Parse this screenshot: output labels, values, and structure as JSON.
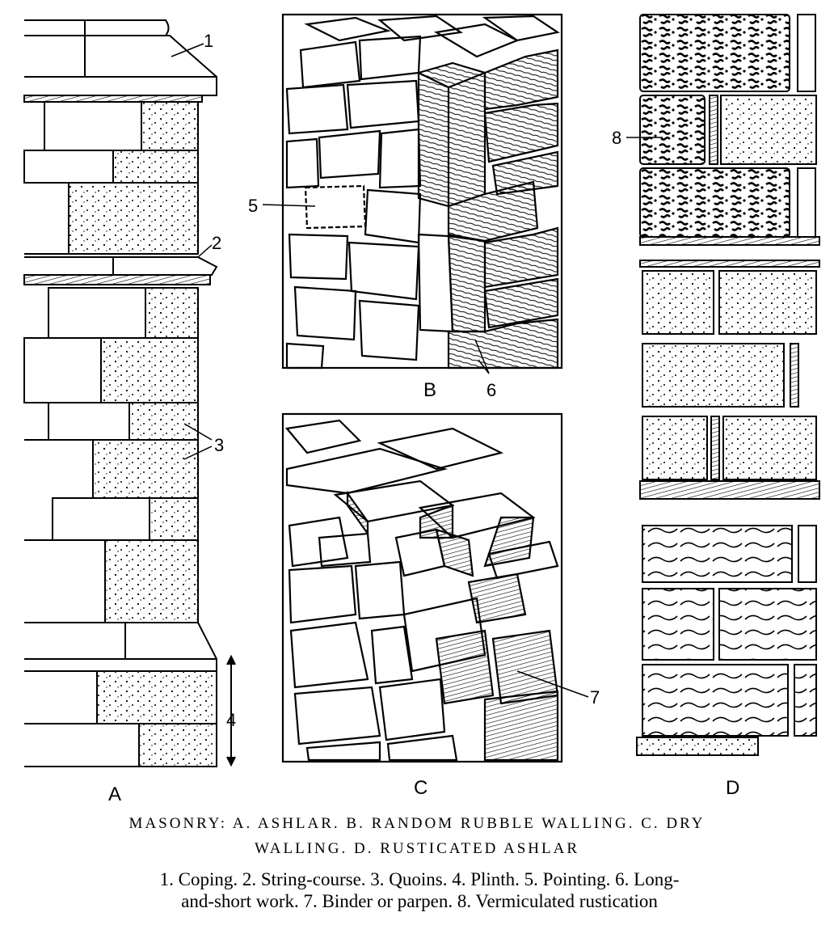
{
  "panels": {
    "A": "A",
    "B": "B",
    "C": "C",
    "D": "D"
  },
  "callouts": {
    "n1": "1",
    "n2": "2",
    "n3": "3",
    "n4": "4",
    "n5": "5",
    "n6": "6",
    "n7": "7",
    "n8": "8"
  },
  "caption": {
    "line1": "MASONRY: A. ASHLAR. B. RANDOM RUBBLE WALLING. C. DRY",
    "line2": "WALLING. D. RUSTICATED ASHLAR"
  },
  "legend": {
    "line1": "1. Coping.  2. String-course.  3. Quoins.  4. Plinth.  5. Pointing.  6. Long-",
    "line2": "and-short work.  7. Binder or parpen.  8. Vermiculated rustication"
  }
}
